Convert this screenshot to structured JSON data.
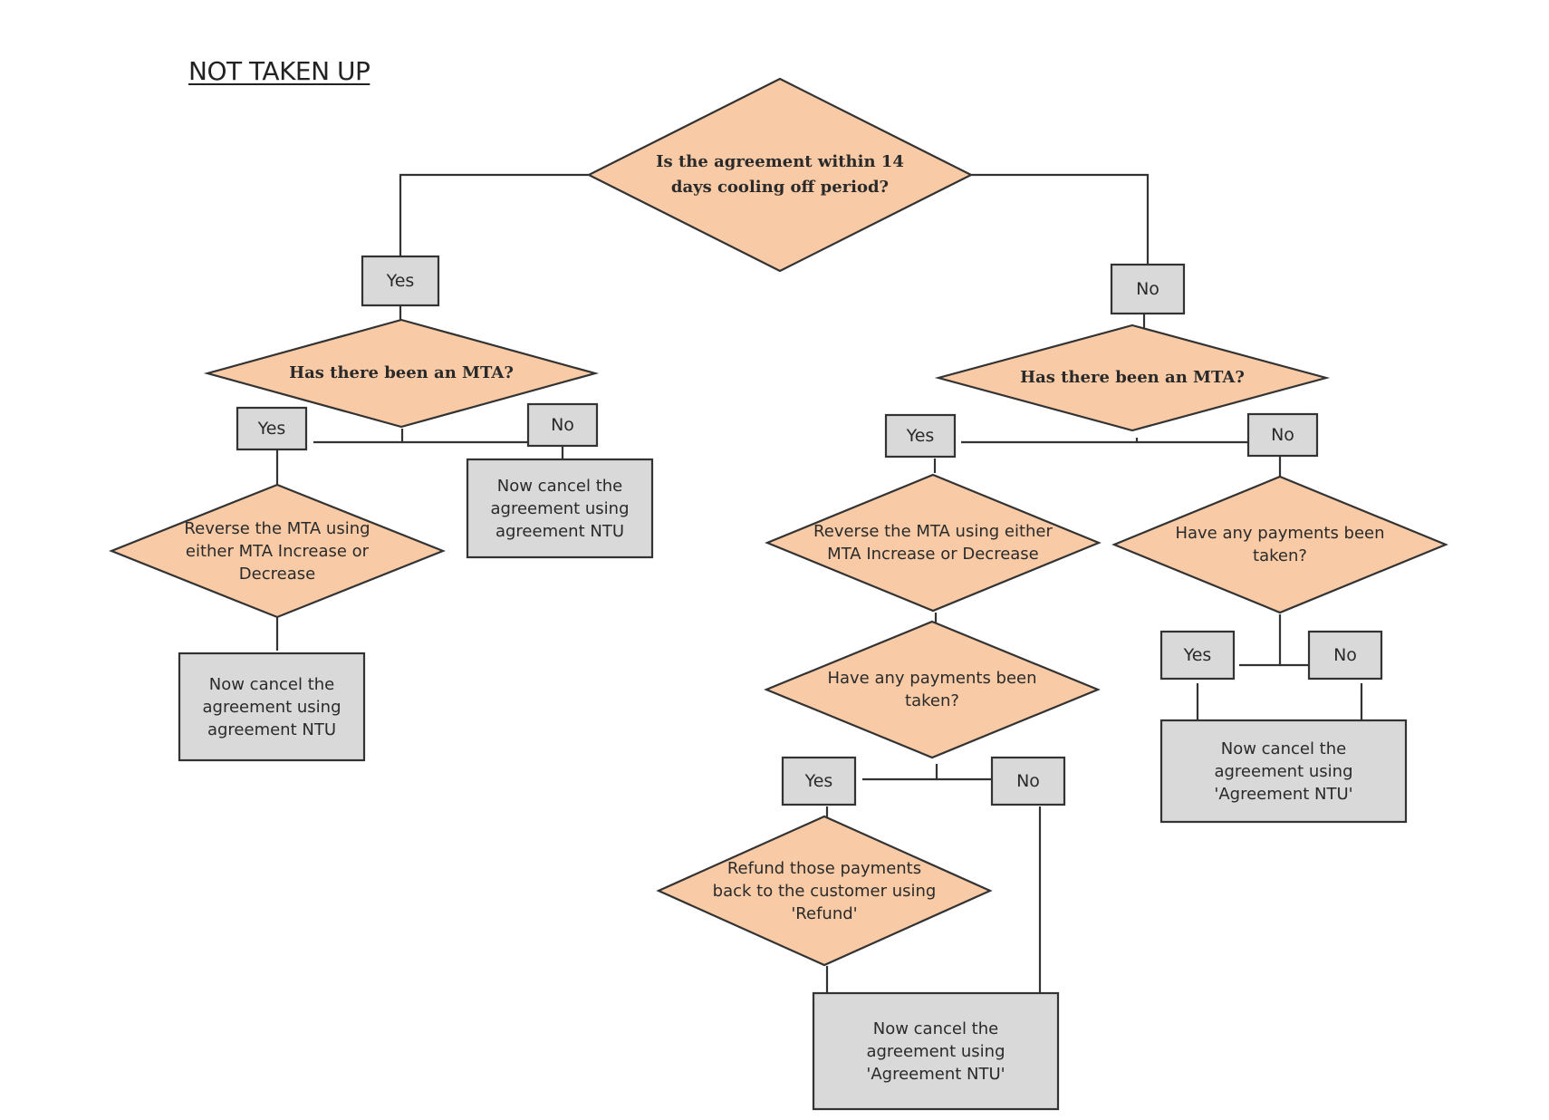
{
  "title": "NOT TAKEN UP",
  "colors": {
    "decision_fill": "#f8cba6",
    "box_fill": "#d9d9d9",
    "stroke": "#333333"
  },
  "nodes": {
    "q_cooling_off": "Is the agreement within 14\ndays cooling off period?",
    "l_yes_top": "Yes",
    "l_no_top": "No",
    "q_mta_left": "Has there been an MTA?",
    "l_yes_left": "Yes",
    "l_no_left": "No",
    "a_reverse_left": "Reverse the MTA using\neither MTA Increase or\nDecrease",
    "a_cancel_left_no": "Now cancel the\nagreement using\nagreement NTU",
    "a_cancel_left_yes": "Now cancel the\nagreement using\nagreement NTU",
    "q_mta_right": "Has there been an MTA?",
    "l_yes_right": "Yes",
    "l_no_right": "No",
    "a_reverse_right": "Reverse the MTA using either\nMTA Increase or Decrease",
    "q_payments_right": "Have any payments been\ntaken?",
    "l_yes_pay_right": "Yes",
    "l_no_pay_right": "No",
    "a_cancel_right": "Now cancel the\nagreement using\n'Agreement NTU'",
    "q_payments_mid": "Have any payments been\ntaken?",
    "l_yes_pay_mid": "Yes",
    "l_no_pay_mid": "No",
    "a_refund": "Refund those payments\nback to the customer using\n'Refund'",
    "a_cancel_bottom": "Now cancel the\nagreement using\n'Agreement NTU'"
  }
}
